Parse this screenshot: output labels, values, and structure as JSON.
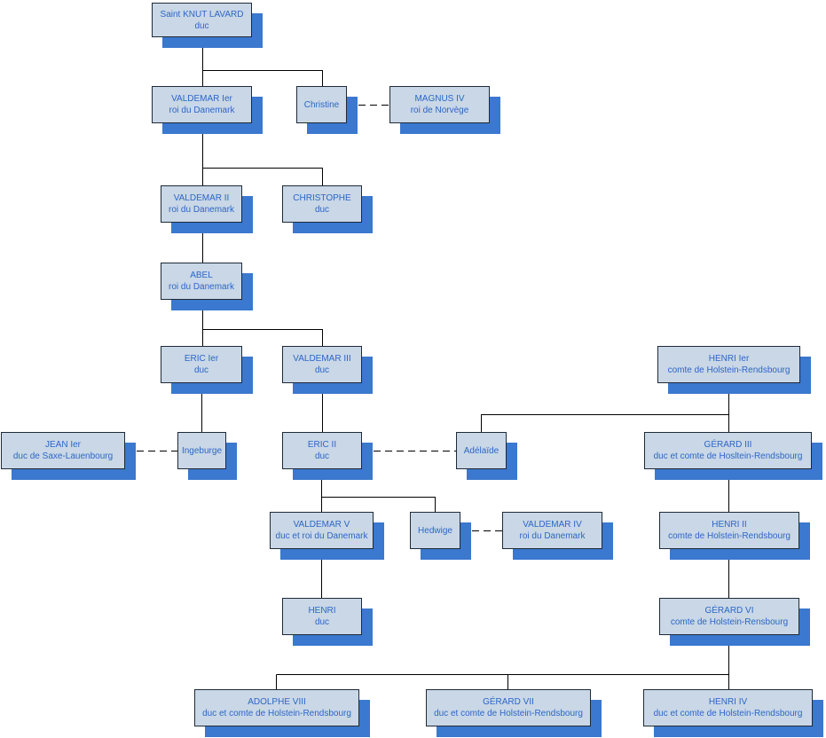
{
  "diagram": {
    "nodes": {
      "knut": {
        "line1": "Saint KNUT LAVARD",
        "line2": "duc"
      },
      "valdemar1": {
        "line1": "VALDEMAR Ier",
        "line2": "roi du Danemark"
      },
      "christine": {
        "line1": "Christine"
      },
      "magnus4": {
        "line1": "MAGNUS IV",
        "line2": "roi de Norvège"
      },
      "valdemar2": {
        "line1": "VALDEMAR II",
        "line2": "roi du Danemark"
      },
      "christophe": {
        "line1": "CHRISTOPHE",
        "line2": "duc"
      },
      "abel": {
        "line1": "ABEL",
        "line2": "roi du Danemark"
      },
      "eric1": {
        "line1": "ERIC Ier",
        "line2": "duc"
      },
      "valdemar3": {
        "line1": "VALDEMAR III",
        "line2": "duc"
      },
      "henri1": {
        "line1": "HENRI Ier",
        "line2": "comte de Holstein-Rendsbourg"
      },
      "jean1": {
        "line1": "JEAN Ier",
        "line2": "duc de Saxe-Lauenbourg"
      },
      "ingeburge": {
        "line1": "Ingeburge"
      },
      "eric2": {
        "line1": "ERIC II",
        "line2": "duc"
      },
      "adelaide": {
        "line1": "Adélaïde"
      },
      "gerard3": {
        "line1": "GÉRARD III",
        "line2": "duc et comte de Hosltein-Rendsbourg"
      },
      "valdemar5": {
        "line1": "VALDEMAR V",
        "line2": "duc et roi du Danemark"
      },
      "hedwige": {
        "line1": "Hedwige"
      },
      "valdemar4": {
        "line1": "VALDEMAR IV",
        "line2": "roi du Danemark"
      },
      "henri2": {
        "line1": "HENRI II",
        "line2": "comte de Holstein-Rendsbourg"
      },
      "henri_duc": {
        "line1": "HENRI",
        "line2": "duc"
      },
      "gerard6": {
        "line1": "GÉRARD VI",
        "line2": "comte de Holstein-Rensbourg"
      },
      "adolphe8": {
        "line1": "ADOLPHE VIII",
        "line2": "duc et comte de Holstein-Rendsbourg"
      },
      "gerard7": {
        "line1": "GÉRARD VII",
        "line2": "duc et comte de Holstein-Rendsbourg"
      },
      "henri4": {
        "line1": "HENRI IV",
        "line2": "duc et comte de Holstein-Rendsbourg"
      }
    },
    "colors": {
      "box_fill": "#c9d7e6",
      "box_border": "#1f2a36",
      "box_shadow": "#3b78cf",
      "text": "#2c66c8",
      "line": "#000000"
    }
  }
}
